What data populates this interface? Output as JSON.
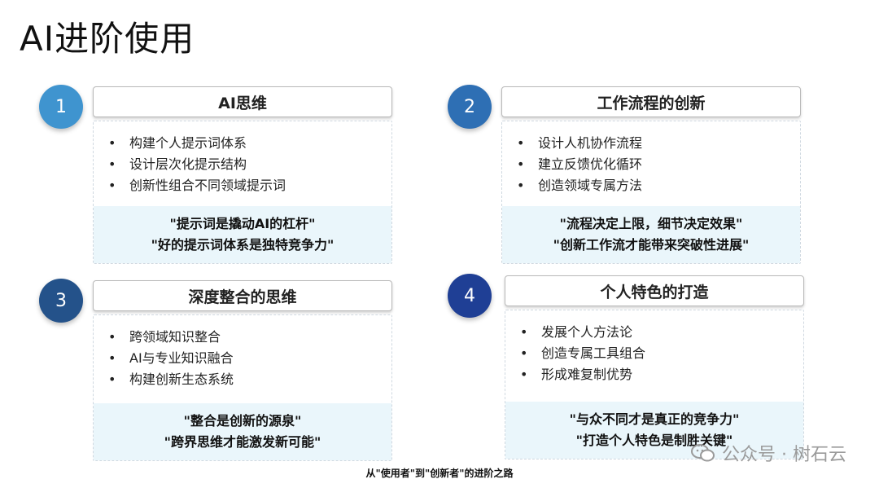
{
  "title": "AI进阶使用",
  "cards": [
    {
      "number": "1",
      "heading": "AI思维",
      "bullets": [
        "构建个人提示词体系",
        "设计层次化提示结构",
        "创新性组合不同领域提示词"
      ],
      "quotes": [
        "\"提示词是撬动AI的杠杆\"",
        "\"好的提示词体系是独特竞争力\""
      ],
      "color": "#3f94cf"
    },
    {
      "number": "2",
      "heading": "工作流程的创新",
      "bullets": [
        "设计人机协作流程",
        "建立反馈优化循环",
        "创造领域专属方法"
      ],
      "quotes": [
        "\"流程决定上限，细节决定效果\"",
        "\"创新工作流才能带来突破性进展\""
      ],
      "color": "#2e6fb4"
    },
    {
      "number": "3",
      "heading": "深度整合的思维",
      "bullets": [
        "跨领域知识整合",
        "AI与专业知识融合",
        "构建创新生态系统"
      ],
      "quotes": [
        "\"整合是创新的源泉\"",
        "\"跨界思维才能激发新可能\""
      ],
      "color": "#24528a"
    },
    {
      "number": "4",
      "heading": "个人特色的打造",
      "bullets": [
        "发展个人方法论",
        "创造专属工具组合",
        "形成难复制优势"
      ],
      "quotes": [
        "\"与众不同才是真正的竞争力\"",
        "\"打造个人特色是制胜关键\""
      ],
      "color": "#1f3f95"
    }
  ],
  "caption": "从\"使用者\"到\"创新者\"的进阶之路",
  "watermark": "公众号 · 树石云"
}
